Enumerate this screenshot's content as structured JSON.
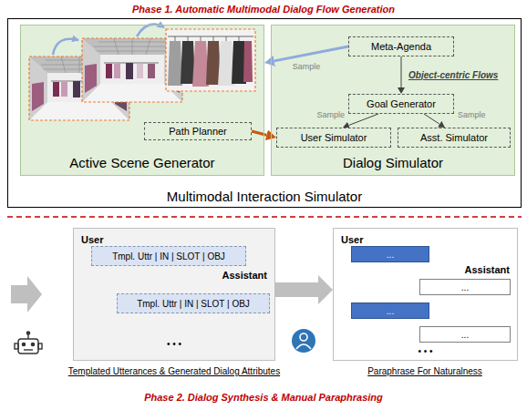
{
  "diagram": {
    "nodes": [
      {
        "text": [
          "Multimodal Interaction Simulator"
        ]
      },
      {
        "text": [
          "Active Scene Generator"
        ],
        "in": 0
      },
      {
        "text": [
          "Path Planner"
        ],
        "in": 1
      },
      {
        "text": [
          "Dialog Simulator"
        ],
        "in": 0
      },
      {
        "text": [
          "Meta-Agenda"
        ],
        "in": 3
      },
      {
        "text": [
          "Goal Generator"
        ],
        "in": 3
      },
      {
        "text": [
          "User Simulator"
        ],
        "in": 3
      },
      {
        "text": [
          "Asst. Simulator"
        ],
        "in": 3
      },
      {
        "text": [
          "User",
          "Assistant",
          "• • •"
        ]
      },
      {
        "text": [
          "Tmpl. Uttr | IN | SLOT | OBJ"
        ],
        "in": 8
      },
      {
        "text": [
          "Tmpl. Uttr | IN | SLOT | OBJ"
        ],
        "in": 8
      },
      {
        "text": [
          "User",
          "Assistant",
          "• • •"
        ]
      },
      {
        "text": [
          "..."
        ],
        "in": 11
      },
      {
        "text": [
          "..."
        ],
        "in": 11
      },
      {
        "text": [
          "..."
        ],
        "in": 11
      },
      {
        "text": [
          "..."
        ],
        "in": 11
      }
    ],
    "edges": [
      {
        "from": 4,
        "to": 5,
        "arrow": "to",
        "label": "Object-centric Flows"
      },
      {
        "from": 5,
        "to": 6,
        "arrow": "to",
        "label": "Sample"
      },
      {
        "from": 5,
        "to": 7,
        "arrow": "to",
        "label": "Sample"
      },
      {
        "from": 4,
        "to": 1,
        "arrow": "to",
        "label": "Sample"
      },
      {
        "from": 2,
        "to": 6,
        "arrow": "to"
      },
      {
        "from": 8,
        "to": 11,
        "arrow": "to"
      }
    ],
    "labels": [
      "Phase 1. Automatic Multimodal Dialog Flow Generation",
      "Templated Utterances & Generated Dialog Attributes",
      "Paraphrase For Naturalness",
      "Phase 2. Dialog Synthesis & Manual Paraphrasing"
    ]
  }
}
